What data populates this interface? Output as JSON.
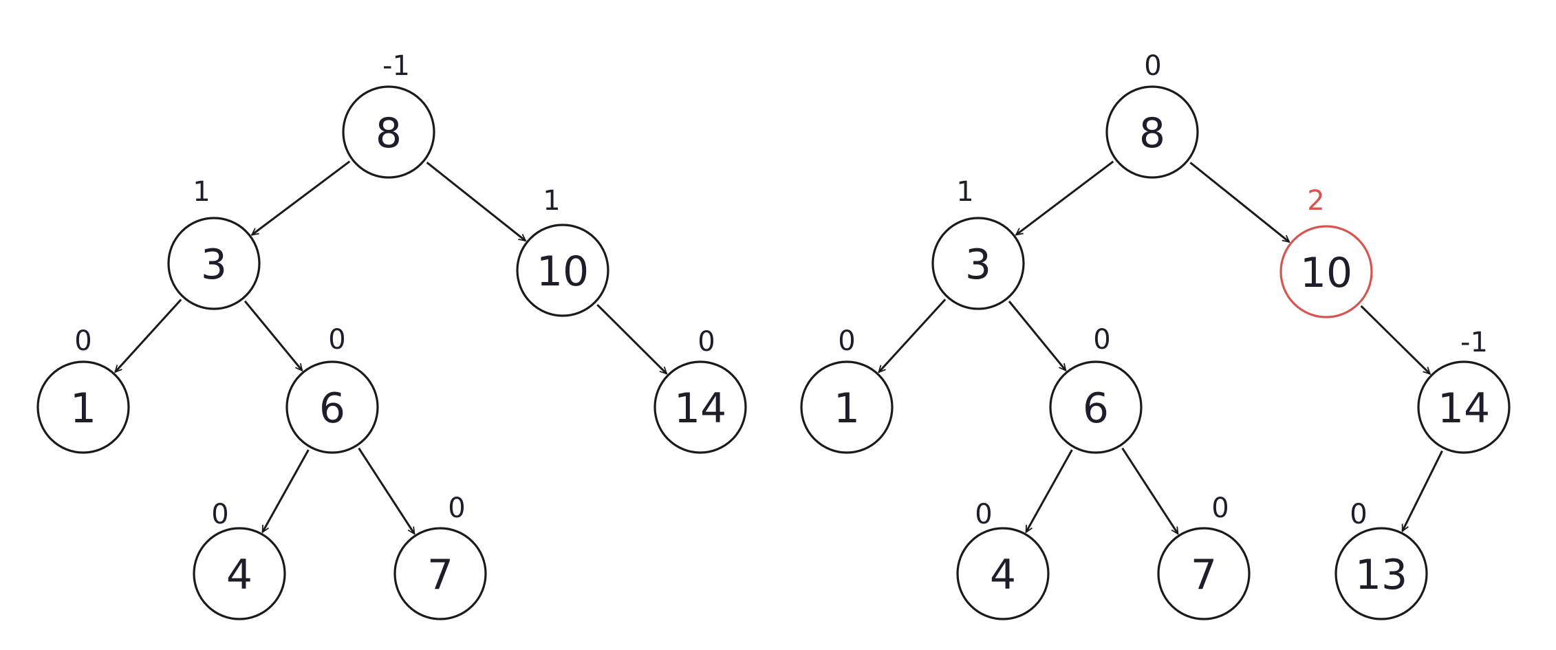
{
  "colors": {
    "ink": "#1a1a1a",
    "text": "#1e1e2a",
    "highlight": "#d9534f",
    "background": "#ffffff"
  },
  "trees": [
    {
      "name": "left-tree",
      "nodes": [
        {
          "key": "8",
          "bf": "-1",
          "highlight": false
        },
        {
          "key": "3",
          "bf": "1",
          "highlight": false
        },
        {
          "key": "10",
          "bf": "1",
          "highlight": false
        },
        {
          "key": "1",
          "bf": "0",
          "highlight": false
        },
        {
          "key": "6",
          "bf": "0",
          "highlight": false
        },
        {
          "key": "14",
          "bf": "0",
          "highlight": false
        },
        {
          "key": "4",
          "bf": "0",
          "highlight": false
        },
        {
          "key": "7",
          "bf": "0",
          "highlight": false
        }
      ],
      "edges": [
        [
          "8",
          "3"
        ],
        [
          "8",
          "10"
        ],
        [
          "3",
          "1"
        ],
        [
          "3",
          "6"
        ],
        [
          "10",
          "14"
        ],
        [
          "6",
          "4"
        ],
        [
          "6",
          "7"
        ]
      ]
    },
    {
      "name": "right-tree",
      "nodes": [
        {
          "key": "8",
          "bf": "0",
          "highlight": false
        },
        {
          "key": "3",
          "bf": "1",
          "highlight": false
        },
        {
          "key": "10",
          "bf": "2",
          "highlight": true
        },
        {
          "key": "1",
          "bf": "0",
          "highlight": false
        },
        {
          "key": "6",
          "bf": "0",
          "highlight": false
        },
        {
          "key": "14",
          "bf": "-1",
          "highlight": false
        },
        {
          "key": "4",
          "bf": "0",
          "highlight": false
        },
        {
          "key": "7",
          "bf": "0",
          "highlight": false
        },
        {
          "key": "13",
          "bf": "0",
          "highlight": false
        }
      ],
      "edges": [
        [
          "8",
          "3"
        ],
        [
          "8",
          "10"
        ],
        [
          "3",
          "1"
        ],
        [
          "3",
          "6"
        ],
        [
          "10",
          "14"
        ],
        [
          "6",
          "4"
        ],
        [
          "6",
          "7"
        ],
        [
          "14",
          "13"
        ]
      ]
    }
  ]
}
